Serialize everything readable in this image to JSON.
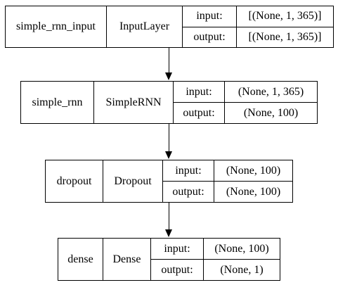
{
  "diagram": {
    "layers": [
      {
        "name": "simple_rnn_input",
        "type": "InputLayer",
        "input_label": "input:",
        "output_label": "output:",
        "input": "[(None, 1, 365)]",
        "output": "[(None, 1, 365)]"
      },
      {
        "name": "simple_rnn",
        "type": "SimpleRNN",
        "input_label": "input:",
        "output_label": "output:",
        "input": "(None, 1, 365)",
        "output": "(None, 100)"
      },
      {
        "name": "dropout",
        "type": "Dropout",
        "input_label": "input:",
        "output_label": "output:",
        "input": "(None, 100)",
        "output": "(None, 100)"
      },
      {
        "name": "dense",
        "type": "Dense",
        "input_label": "input:",
        "output_label": "output:",
        "input": "(None, 100)",
        "output": "(None, 1)"
      }
    ]
  }
}
